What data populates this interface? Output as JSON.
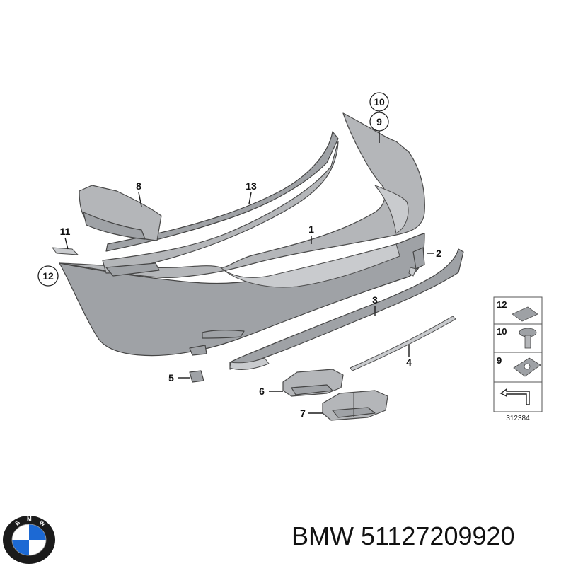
{
  "callouts": {
    "c1": "1",
    "c2": "2",
    "c3": "3",
    "c4": "4",
    "c5": "5",
    "c6": "6",
    "c7": "7",
    "c8": "8",
    "c9": "9",
    "c10": "10",
    "c11": "11",
    "c12": "12",
    "c13": "13"
  },
  "legend": {
    "items": [
      "12",
      "10",
      "9"
    ],
    "reference": "312384"
  },
  "logo": {
    "letters": "BMW",
    "colors": {
      "ring": "#1b1b1b",
      "blue": "#1c69d4",
      "white": "#ffffff"
    }
  },
  "brand": {
    "name": "BMW",
    "part_number": "51127209920"
  }
}
